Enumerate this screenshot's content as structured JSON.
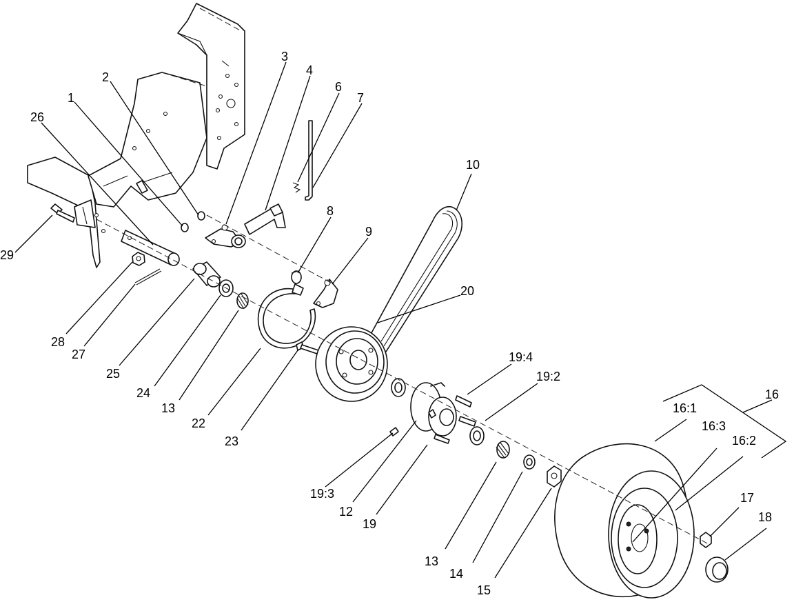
{
  "callouts": [
    {
      "id": "c1",
      "text": "1"
    },
    {
      "id": "c2",
      "text": "2"
    },
    {
      "id": "c3",
      "text": "3"
    },
    {
      "id": "c4",
      "text": "4"
    },
    {
      "id": "c6",
      "text": "6"
    },
    {
      "id": "c7",
      "text": "7"
    },
    {
      "id": "c8",
      "text": "8"
    },
    {
      "id": "c9",
      "text": "9"
    },
    {
      "id": "c10",
      "text": "10"
    },
    {
      "id": "c12",
      "text": "12"
    },
    {
      "id": "c13a",
      "text": "13"
    },
    {
      "id": "c13b",
      "text": "13"
    },
    {
      "id": "c14",
      "text": "14"
    },
    {
      "id": "c15",
      "text": "15"
    },
    {
      "id": "c16",
      "text": "16"
    },
    {
      "id": "c16_1",
      "text": "16:1"
    },
    {
      "id": "c16_2",
      "text": "16:2"
    },
    {
      "id": "c16_3",
      "text": "16:3"
    },
    {
      "id": "c17",
      "text": "17"
    },
    {
      "id": "c18",
      "text": "18"
    },
    {
      "id": "c19",
      "text": "19"
    },
    {
      "id": "c19_2",
      "text": "19:2"
    },
    {
      "id": "c19_3",
      "text": "19:3"
    },
    {
      "id": "c19_4",
      "text": "19:4"
    },
    {
      "id": "c20",
      "text": "20"
    },
    {
      "id": "c22",
      "text": "22"
    },
    {
      "id": "c23",
      "text": "23"
    },
    {
      "id": "c24",
      "text": "24"
    },
    {
      "id": "c25",
      "text": "25"
    },
    {
      "id": "c26",
      "text": "26"
    },
    {
      "id": "c27",
      "text": "27"
    },
    {
      "id": "c28",
      "text": "28"
    },
    {
      "id": "c29",
      "text": "29"
    }
  ]
}
